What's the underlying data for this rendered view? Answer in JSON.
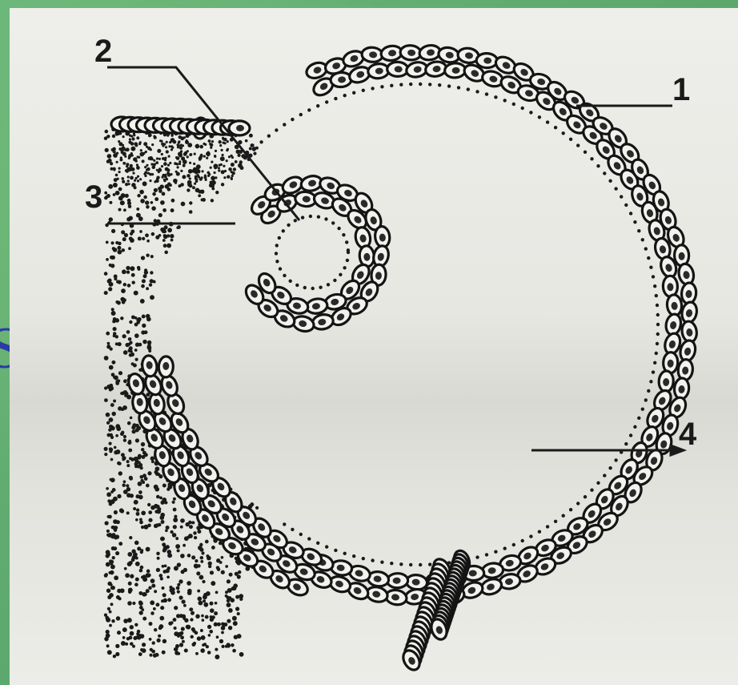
{
  "labels": {
    "one": "1",
    "two": "2",
    "three": "3",
    "four": "4"
  },
  "colors": {
    "slide_green": "#5aa86a",
    "paper": "#ececE8",
    "ink": "#1a1a1a",
    "accent_letter": "#2b3aa8"
  }
}
